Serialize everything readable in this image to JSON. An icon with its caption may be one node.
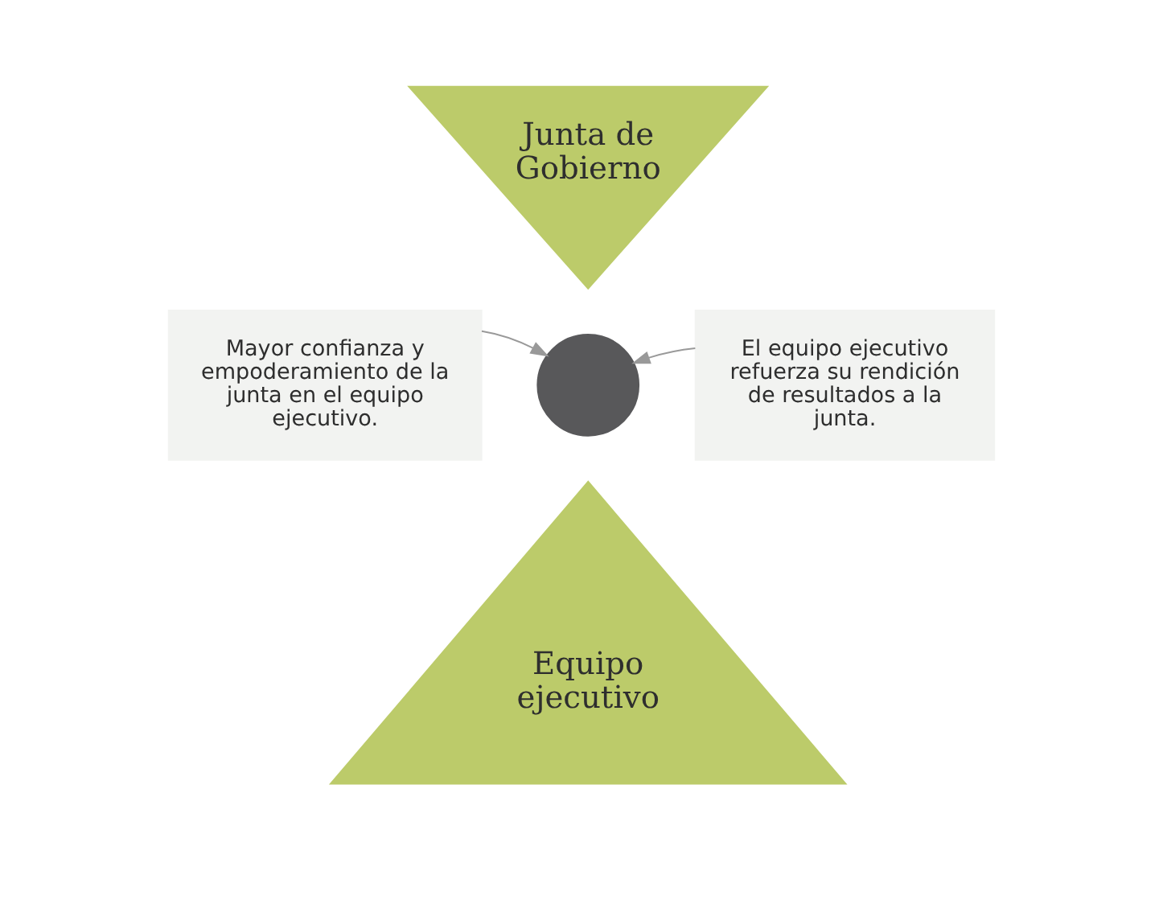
{
  "diagram": {
    "nodes": [
      {
        "text": [
          "Junta de Gobierno"
        ]
      },
      {
        "text": [],
        "shape": "circle"
      },
      {
        "text": [
          "Equipo ejecutivo"
        ]
      },
      {
        "text": [
          "Mayor confianza y empoderamiento de la junta en el equipo ejecutivo."
        ]
      },
      {
        "text": [
          "El equipo ejecutivo refuerza su rendición de resultados a la junta."
        ]
      }
    ],
    "edges": [
      {
        "from": 3,
        "to": 1,
        "arrow": "to"
      },
      {
        "from": 4,
        "to": 1,
        "arrow": "to"
      }
    ]
  }
}
